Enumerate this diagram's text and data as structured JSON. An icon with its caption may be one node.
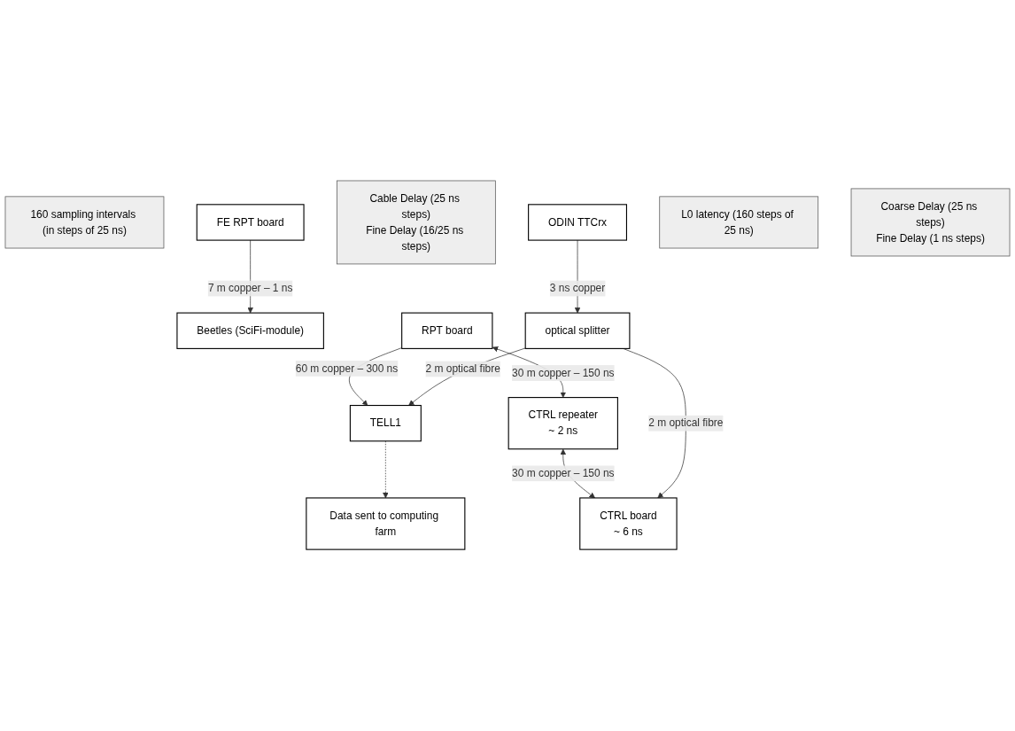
{
  "diagram": {
    "nodes": [
      {
        "text": [
          "Beetles (SciFi-module)"
        ]
      },
      {
        "text": [
          "160 sampling intervals (in steps of 25 ns)"
        ]
      },
      {
        "text": [
          "FE RPT board"
        ]
      },
      {
        "text": [
          "RPT board"
        ]
      },
      {
        "text": [
          "TELL1"
        ]
      },
      {
        "text": [
          "Cable Delay (25 ns steps)",
          "Fine Delay (16/25 ns steps)"
        ]
      },
      {
        "text": [
          "ODIN TTCrx"
        ]
      },
      {
        "text": [
          "L0 latency (160 steps of 25 ns)"
        ]
      },
      {
        "text": [
          "CTRL repeater",
          "~ 2 ns"
        ]
      },
      {
        "text": [
          "CTRL board",
          "~ 6 ns"
        ]
      },
      {
        "text": [
          "Coarse Delay (25 ns steps)",
          "Fine Delay (1 ns steps)"
        ]
      },
      {
        "text": [
          "optical splitter"
        ]
      },
      {
        "text": [
          "Data sent to computing farm"
        ]
      }
    ],
    "edges": [
      {
        "from": 2,
        "to": 0,
        "arrow": "to",
        "label": "7 m copper – 1 ns"
      },
      {
        "from": 3,
        "to": 4,
        "arrow": "to",
        "label": "60 m copper – 300 ns"
      },
      {
        "from": 3,
        "to": 8,
        "arrow": "both",
        "label": "30 m copper – 150 ns"
      },
      {
        "from": 8,
        "to": 9,
        "arrow": "both",
        "label": "30 m copper – 150 ns"
      },
      {
        "from": 6,
        "to": 11,
        "arrow": "to",
        "label": "3 ns copper"
      },
      {
        "from": 11,
        "to": 4,
        "arrow": "to",
        "label": "2 m optical fibre"
      },
      {
        "from": 11,
        "to": 9,
        "arrow": "to",
        "label": "2 m optical fibre"
      },
      {
        "from": 4,
        "to": 12,
        "arrow": "to",
        "style": "dashed"
      }
    ]
  }
}
